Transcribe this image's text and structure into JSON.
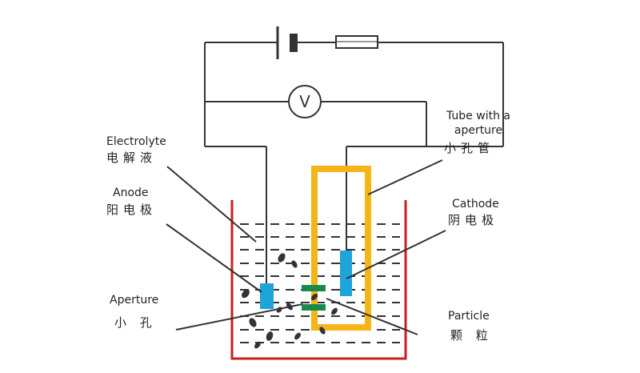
{
  "labels": {
    "tube_en_line1": "Tube with a",
    "tube_en_line2": "aperture",
    "tube_cn": "小孔管",
    "electrolyte_en": "Electrolyte",
    "electrolyte_cn": "电解液",
    "anode_en": "Anode",
    "anode_cn": "阳电极",
    "cathode_en": "Cathode",
    "cathode_cn": "阴电极",
    "aperture_en": "Aperture",
    "aperture_cn": "小 孔",
    "particle_en": "Particle",
    "particle_cn": "颗 粒",
    "voltmeter_symbol": "V"
  },
  "colors": {
    "circuit": "#333333",
    "beaker": "#c8201e",
    "tube": "#f5b418",
    "electrode": "#1ea4d8",
    "aperture_plate": "#1a8a4a"
  }
}
